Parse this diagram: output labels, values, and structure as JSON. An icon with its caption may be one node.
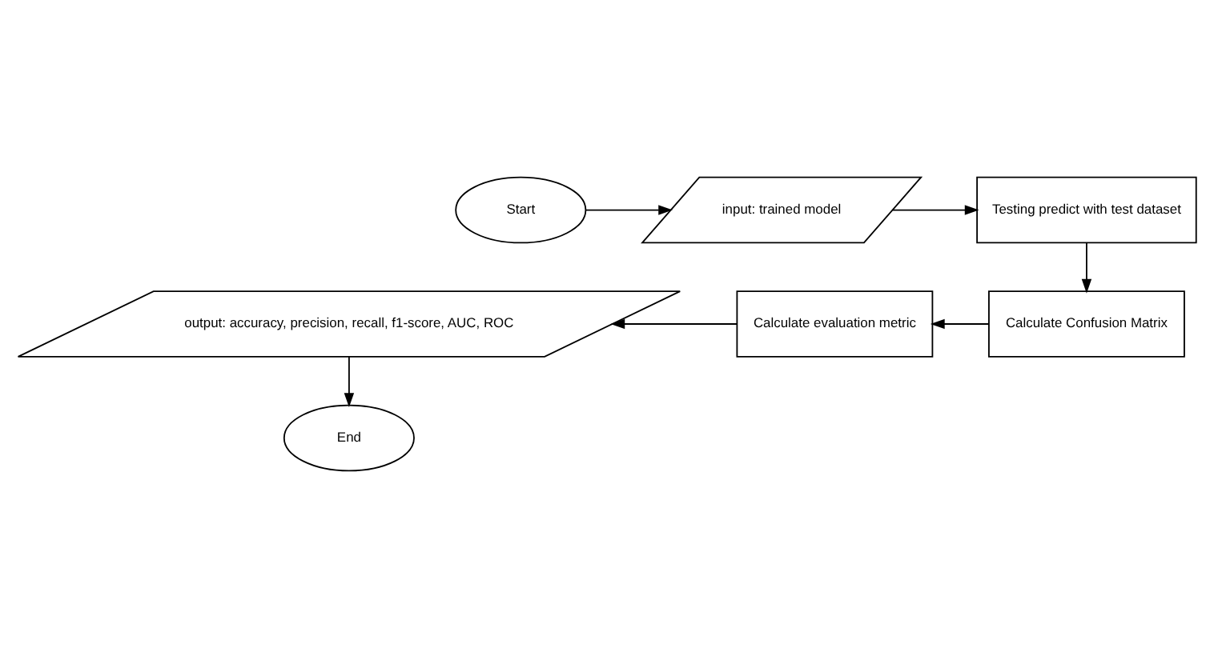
{
  "diagram": {
    "nodes": [
      {
        "text": [
          "Start"
        ]
      },
      {
        "text": [
          "input: trained model"
        ]
      },
      {
        "text": [
          "Testing predict with test dataset"
        ]
      },
      {
        "text": [
          "Calculate Confusion Matrix"
        ]
      },
      {
        "text": [
          "Calculate evaluation metric"
        ]
      },
      {
        "text": [
          "output: accuracy, precision, recall, f1-score, AUC, ROC"
        ]
      },
      {
        "text": [
          "End"
        ]
      }
    ],
    "edges": [
      {
        "from": 0,
        "to": 1,
        "arrow": "to"
      },
      {
        "from": 1,
        "to": 2,
        "arrow": "to"
      },
      {
        "from": 2,
        "to": 3,
        "arrow": "to"
      },
      {
        "from": 3,
        "to": 4,
        "arrow": "to"
      },
      {
        "from": 4,
        "to": 5,
        "arrow": "to"
      },
      {
        "from": 5,
        "to": 6,
        "arrow": "to"
      }
    ]
  }
}
